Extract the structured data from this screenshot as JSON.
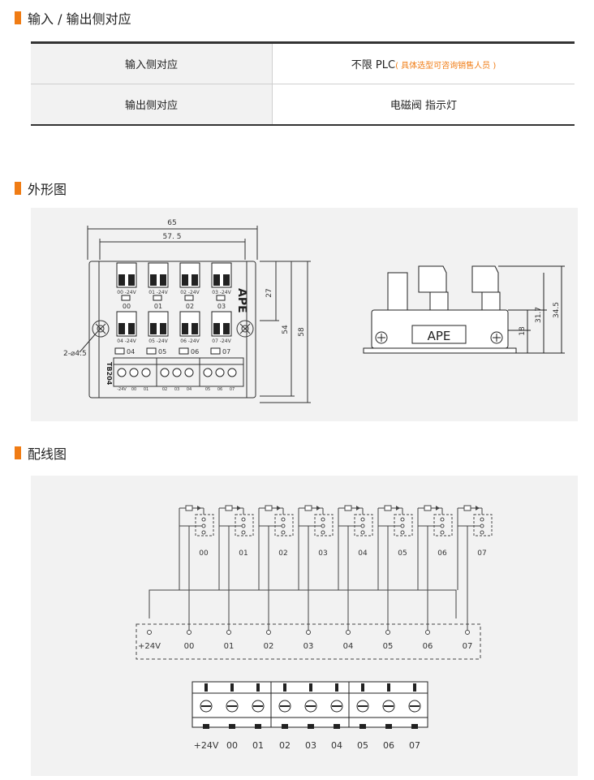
{
  "io_section": {
    "title": "输入 / 输出侧对应",
    "rows": [
      {
        "label": "输入侧对应",
        "value": "不限 PLC",
        "note": "( 具体选型可咨询销售人员 )"
      },
      {
        "label": "输出侧对应",
        "value": "电磁阀 指示灯",
        "note": ""
      }
    ]
  },
  "outline_section": {
    "title": "外形图",
    "front_view": {
      "dims": {
        "overall_width": "65",
        "pitch_width": "57. 5",
        "top_height": "27",
        "mount_height": "54",
        "total_height": "58",
        "hole": "2-⌀4.5"
      },
      "brand": "APE",
      "model": "TB204",
      "upper_channels": [
        "00",
        "01",
        "02",
        "03"
      ],
      "upper_pin_labels": [
        "00 -24V",
        "01 -24V",
        "02 -24V",
        "03 -24V"
      ],
      "lower_channels": [
        "04",
        "05",
        "06",
        "07"
      ],
      "lower_pin_labels": [
        "04 -24V",
        "05 -24V",
        "06 -24V",
        "07 -24V"
      ],
      "terminal_labels": [
        "-24V",
        "00",
        "01",
        "02",
        "03",
        "04",
        "05",
        "06",
        "07"
      ]
    },
    "side_view": {
      "brand": "APE",
      "dims": {
        "height_total": "34.5",
        "height_mid": "31.7",
        "height_low": "18"
      }
    }
  },
  "wiring_section": {
    "title": "配线图",
    "channel_labels": [
      "00",
      "01",
      "02",
      "03",
      "04",
      "05",
      "06",
      "07"
    ],
    "bus_labels": [
      "+24V",
      "00",
      "01",
      "02",
      "03",
      "04",
      "05",
      "06",
      "07"
    ],
    "terminal_labels": [
      "+24V",
      "00",
      "01",
      "02",
      "03",
      "04",
      "05",
      "06",
      "07"
    ]
  }
}
